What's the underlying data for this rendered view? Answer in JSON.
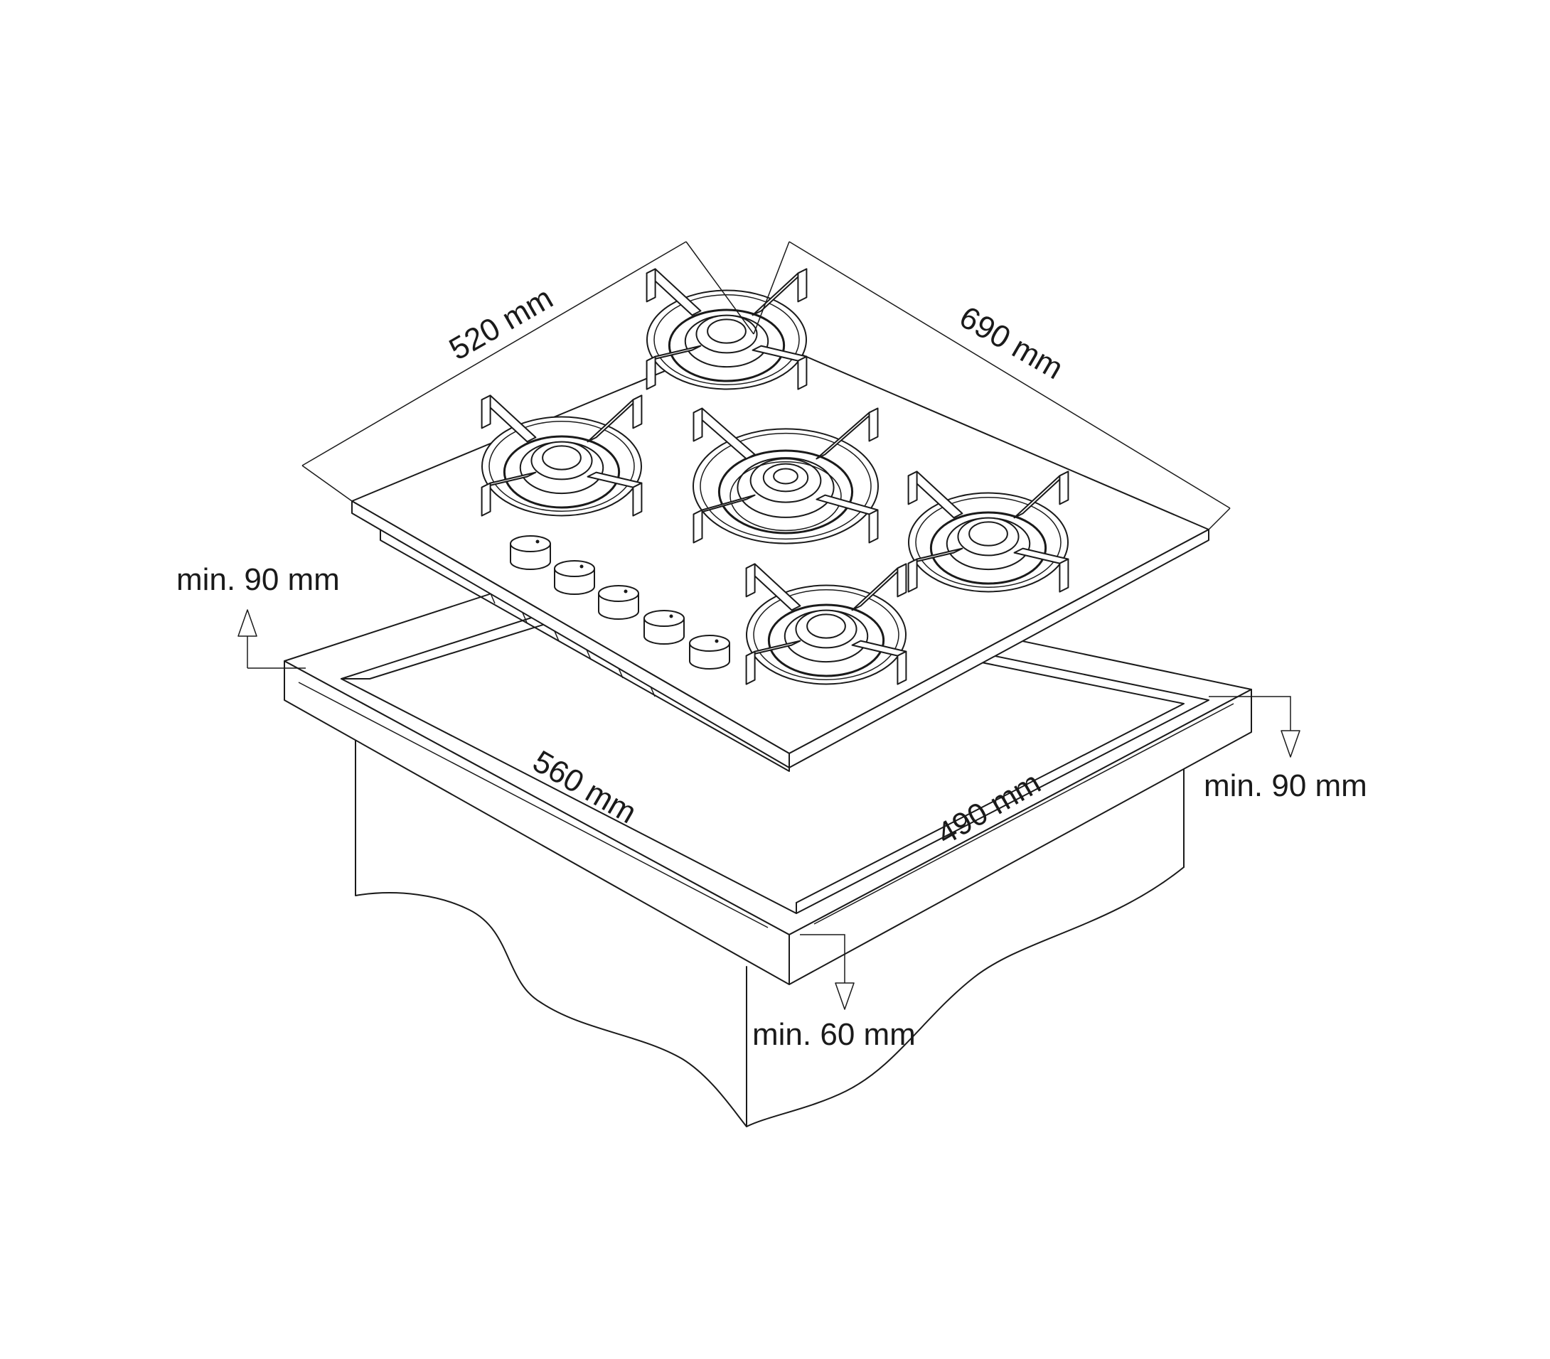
{
  "colors": {
    "line": "#1a1a1a",
    "background": "#ffffff"
  },
  "dimensions": {
    "hob_depth": "520 mm",
    "hob_width": "690 mm",
    "cutout_width": "560 mm",
    "cutout_depth": "490 mm",
    "clearance_left": "min. 90 mm",
    "clearance_right": "min. 90 mm",
    "clearance_front": "min. 60 mm"
  }
}
